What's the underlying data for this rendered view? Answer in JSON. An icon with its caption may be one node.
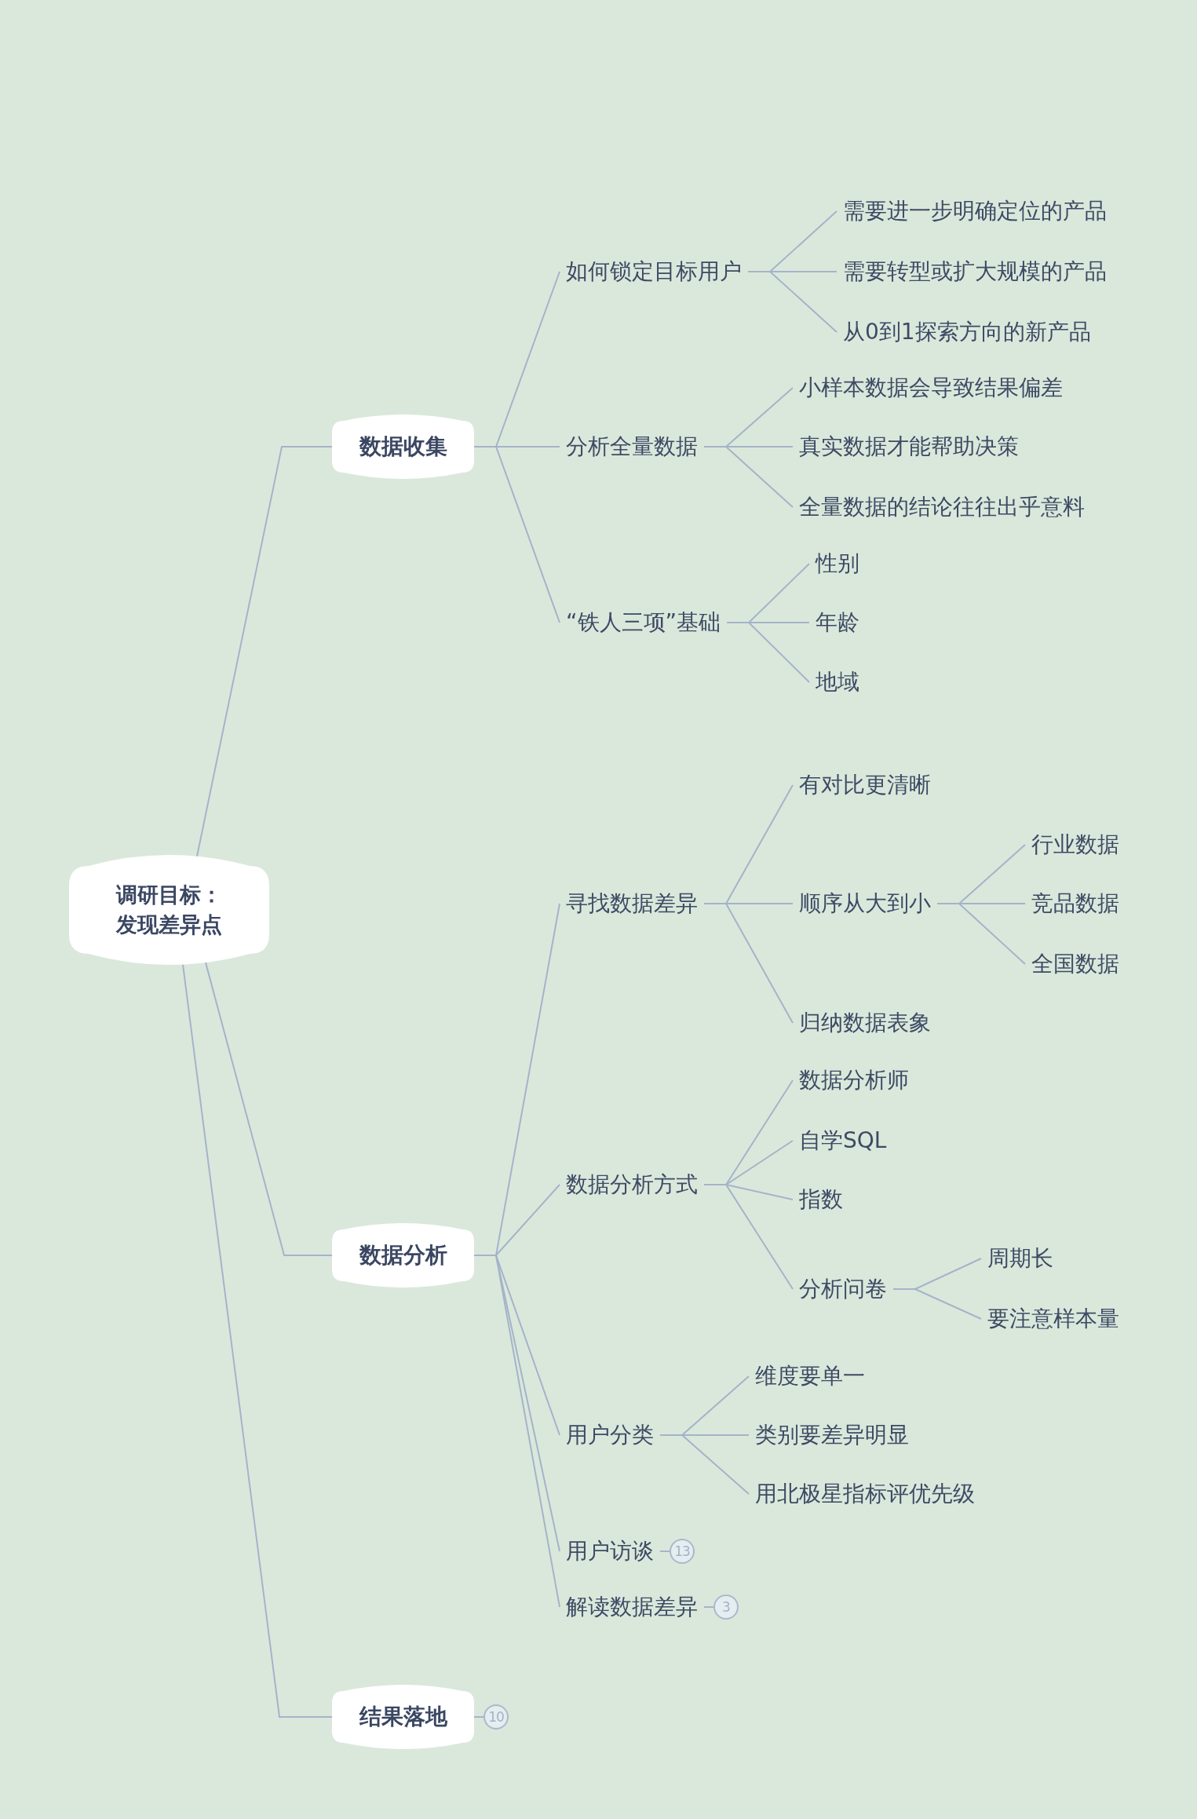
{
  "diagram": {
    "nodes": [
      {
        "text": [
          "调研目标：发现差异点"
        ]
      },
      {
        "text": [
          "数据收集"
        ]
      },
      {
        "text": [
          "如何锁定目标用户"
        ]
      },
      {
        "text": [
          "需要进一步明确定位的产品"
        ]
      },
      {
        "text": [
          "需要转型或扩大规模的产品"
        ]
      },
      {
        "text": [
          "从0到1探索方向的新产品"
        ]
      },
      {
        "text": [
          "分析全量数据"
        ]
      },
      {
        "text": [
          "小样本数据会导致结果偏差"
        ]
      },
      {
        "text": [
          "真实数据才能帮助决策"
        ]
      },
      {
        "text": [
          "全量数据的结论往往出乎意料"
        ]
      },
      {
        "text": [
          "“铁人三项”基础"
        ]
      },
      {
        "text": [
          "性别"
        ]
      },
      {
        "text": [
          "年龄"
        ]
      },
      {
        "text": [
          "地域"
        ]
      },
      {
        "text": [
          "数据分析"
        ]
      },
      {
        "text": [
          "寻找数据差异"
        ]
      },
      {
        "text": [
          "有对比更清晰"
        ]
      },
      {
        "text": [
          "顺序从大到小"
        ]
      },
      {
        "text": [
          "行业数据"
        ]
      },
      {
        "text": [
          "竞品数据"
        ]
      },
      {
        "text": [
          "全国数据"
        ]
      },
      {
        "text": [
          "归纳数据表象"
        ]
      },
      {
        "text": [
          "数据分析方式"
        ]
      },
      {
        "text": [
          "数据分析师"
        ]
      },
      {
        "text": [
          "自学SQL"
        ]
      },
      {
        "text": [
          "指数"
        ]
      },
      {
        "text": [
          "分析问卷"
        ]
      },
      {
        "text": [
          "周期长"
        ]
      },
      {
        "text": [
          "要注意样本量"
        ]
      },
      {
        "text": [
          "用户分类"
        ]
      },
      {
        "text": [
          "维度要单一"
        ]
      },
      {
        "text": [
          "类别要差异明显"
        ]
      },
      {
        "text": [
          "用北极星指标评优先级"
        ]
      },
      {
        "text": [
          "用户访谈"
        ],
        "beside": [
          "13"
        ]
      },
      {
        "text": [
          "解读数据差异"
        ],
        "beside": [
          "3"
        ]
      },
      {
        "text": [
          "结果落地"
        ],
        "beside": [
          "10"
        ]
      }
    ],
    "edges": [
      {
        "from": 0,
        "to": 1,
        "arrow": "none"
      },
      {
        "from": 0,
        "to": 14,
        "arrow": "none"
      },
      {
        "from": 0,
        "to": 35,
        "arrow": "none"
      },
      {
        "from": 1,
        "to": 2,
        "arrow": "none"
      },
      {
        "from": 1,
        "to": 6,
        "arrow": "none"
      },
      {
        "from": 1,
        "to": 10,
        "arrow": "none"
      },
      {
        "from": 2,
        "to": 3,
        "arrow": "none"
      },
      {
        "from": 2,
        "to": 4,
        "arrow": "none"
      },
      {
        "from": 2,
        "to": 5,
        "arrow": "none"
      },
      {
        "from": 6,
        "to": 7,
        "arrow": "none"
      },
      {
        "from": 6,
        "to": 8,
        "arrow": "none"
      },
      {
        "from": 6,
        "to": 9,
        "arrow": "none"
      },
      {
        "from": 10,
        "to": 11,
        "arrow": "none"
      },
      {
        "from": 10,
        "to": 12,
        "arrow": "none"
      },
      {
        "from": 10,
        "to": 13,
        "arrow": "none"
      },
      {
        "from": 14,
        "to": 15,
        "arrow": "none"
      },
      {
        "from": 14,
        "to": 22,
        "arrow": "none"
      },
      {
        "from": 14,
        "to": 29,
        "arrow": "none"
      },
      {
        "from": 14,
        "to": 33,
        "arrow": "none"
      },
      {
        "from": 14,
        "to": 34,
        "arrow": "none"
      },
      {
        "from": 15,
        "to": 16,
        "arrow": "none"
      },
      {
        "from": 15,
        "to": 17,
        "arrow": "none"
      },
      {
        "from": 15,
        "to": 21,
        "arrow": "none"
      },
      {
        "from": 17,
        "to": 18,
        "arrow": "none"
      },
      {
        "from": 17,
        "to": 19,
        "arrow": "none"
      },
      {
        "from": 17,
        "to": 20,
        "arrow": "none"
      },
      {
        "from": 22,
        "to": 23,
        "arrow": "none"
      },
      {
        "from": 22,
        "to": 24,
        "arrow": "none"
      },
      {
        "from": 22,
        "to": 25,
        "arrow": "none"
      },
      {
        "from": 22,
        "to": 26,
        "arrow": "none"
      },
      {
        "from": 26,
        "to": 27,
        "arrow": "none"
      },
      {
        "from": 26,
        "to": 28,
        "arrow": "none"
      },
      {
        "from": 29,
        "to": 30,
        "arrow": "none"
      },
      {
        "from": 29,
        "to": 31,
        "arrow": "none"
      },
      {
        "from": 29,
        "to": 32,
        "arrow": "none"
      }
    ]
  }
}
